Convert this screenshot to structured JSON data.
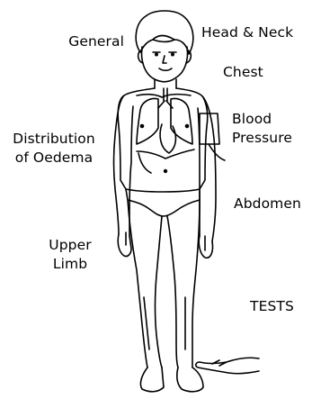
{
  "labels": {
    "general": "General",
    "head_neck": "Head & Neck",
    "chest": "Chest",
    "blood_pressure_line1": "Blood",
    "blood_pressure_line2": "Pressure",
    "oedema_line1": "Distribution",
    "oedema_line2": "of Oedema",
    "abdomen": "Abdomen",
    "upper_limb_line1": "Upper",
    "upper_limb_line2": "Limb",
    "tests": "TESTS"
  },
  "colors": {
    "ink": "#000000",
    "background": "#ffffff"
  }
}
